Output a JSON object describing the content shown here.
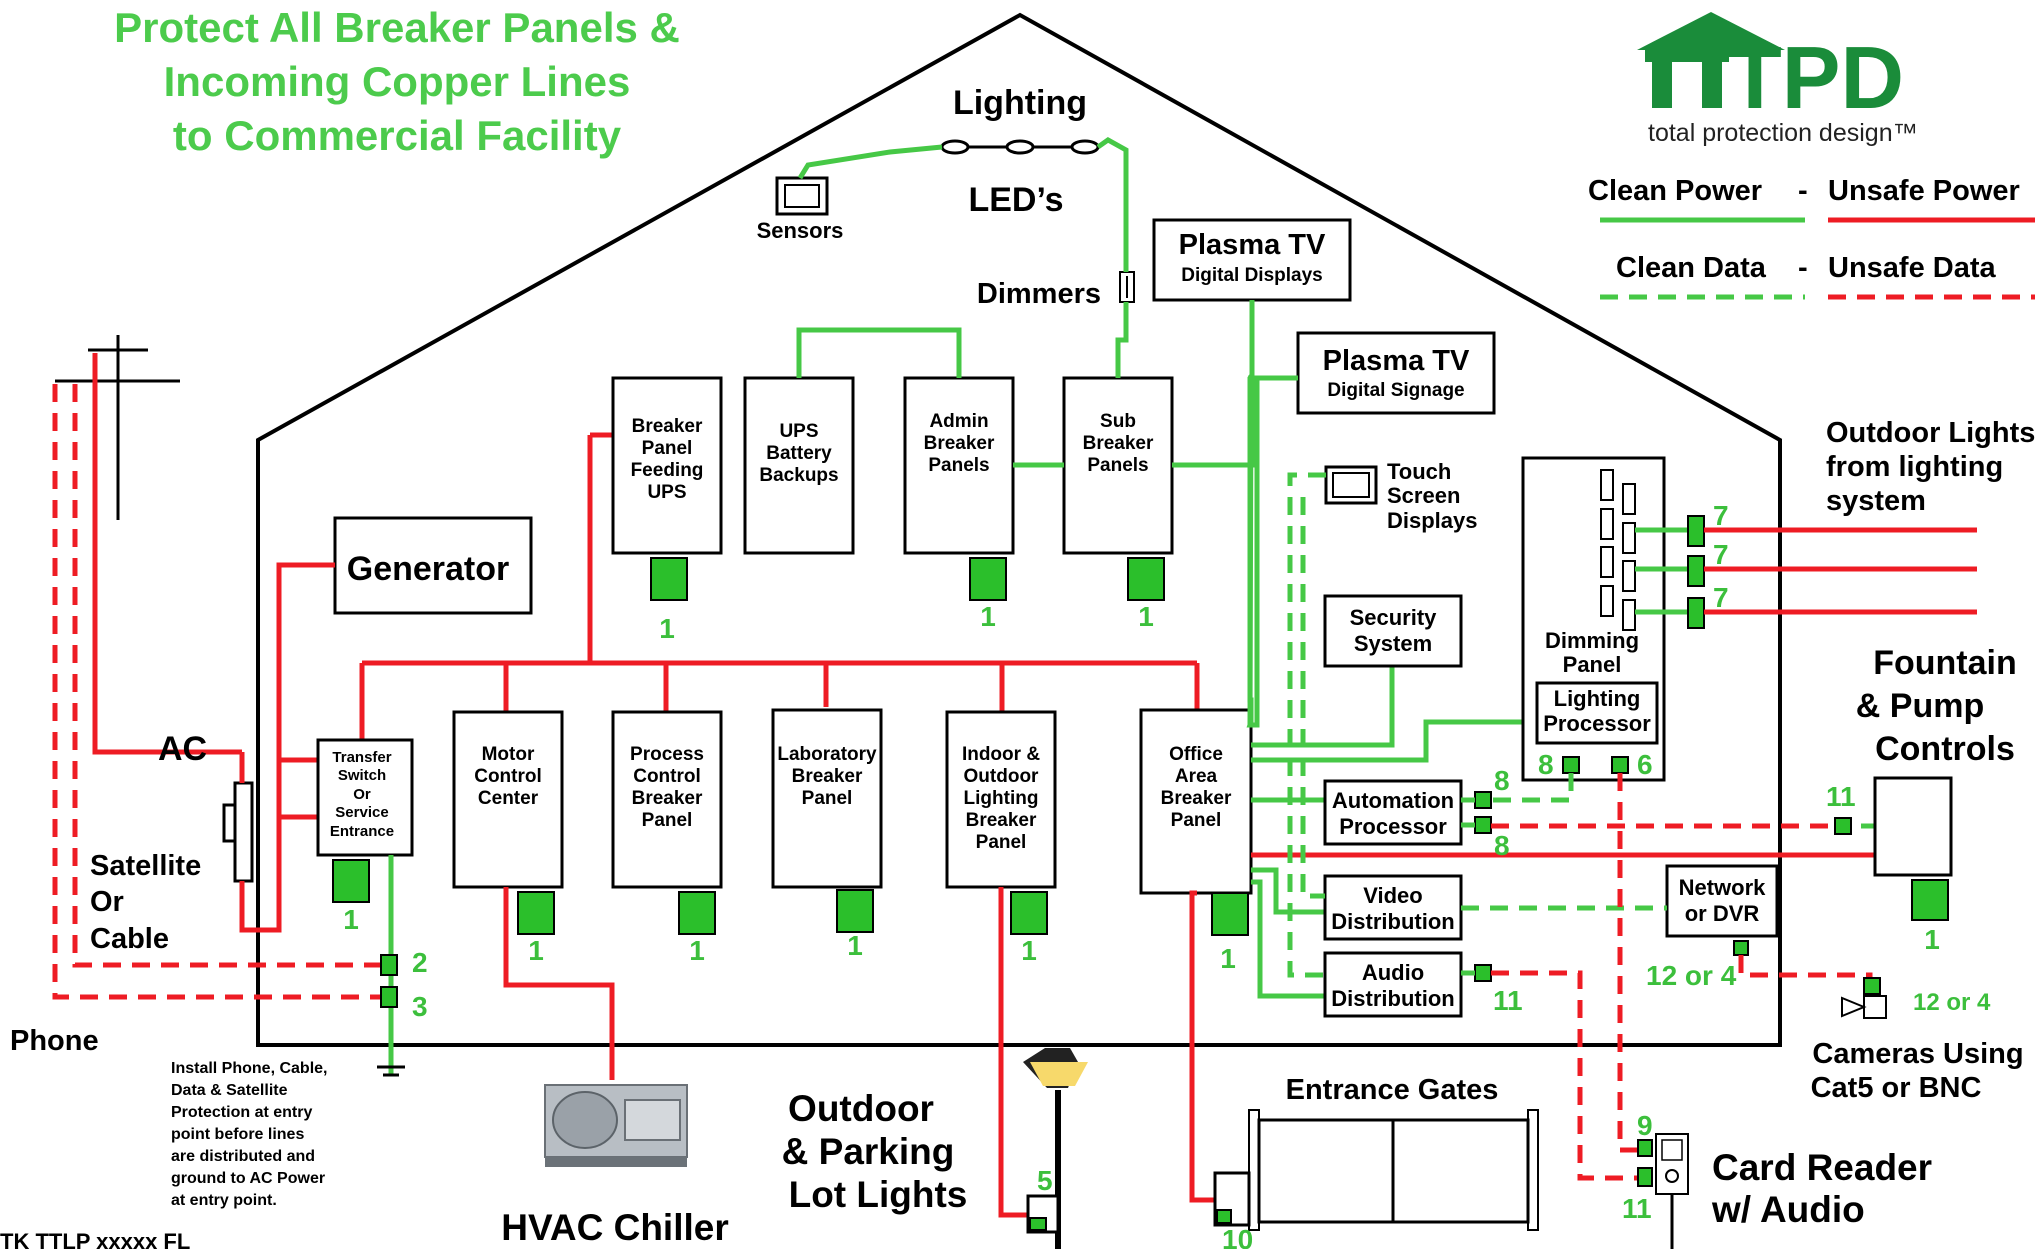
{
  "headline": [
    "Protect All Breaker Panels &",
    "Incoming Copper Lines",
    "to Commercial Facility"
  ],
  "logo": {
    "brand": "TPD",
    "tagline": "total protection design™"
  },
  "legend": {
    "clean_power": "Clean Power",
    "unsafe_power": "Unsafe Power",
    "clean_data": "Clean Data",
    "unsafe_data": "Unsafe Data",
    "dash": "-",
    "colors": {
      "clean": "#46c846",
      "unsafe": "#ee1c24"
    }
  },
  "labels": {
    "lighting": "Lighting",
    "leds": "LED’s",
    "sensors": "Sensors",
    "dimmers": "Dimmers",
    "plasma1": [
      "Plasma TV",
      "Digital Displays"
    ],
    "plasma2": [
      "Plasma TV",
      "Digital Signage"
    ],
    "outdoor_lights": [
      "Outdoor Lights",
      "from lighting",
      "system"
    ],
    "generator": "Generator",
    "ac": "AC",
    "satellite": [
      "Satellite",
      "Or",
      "Cable"
    ],
    "phone": "Phone",
    "install_note": [
      "Install Phone, Cable,",
      "Data & Satellite",
      "Protection at entry",
      "point before lines",
      "are distributed and",
      "ground to AC Power",
      "at entry point."
    ],
    "hvac": "HVAC Chiller",
    "parking": [
      "Outdoor",
      "& Parking",
      "Lot Lights"
    ],
    "gates": "Entrance Gates",
    "card_reader": [
      "Card Reader",
      "w/ Audio"
    ],
    "cameras": [
      "Cameras Using",
      "Cat5 or BNC"
    ],
    "fountain": [
      "Fountain",
      "& Pump",
      "Controls"
    ],
    "footer": "TK TTLP xxxxx FL"
  },
  "boxes": {
    "breaker_ups": [
      "Breaker",
      "Panel",
      "Feeding",
      "UPS"
    ],
    "ups_battery": [
      "UPS",
      "Battery",
      "Backups"
    ],
    "admin": [
      "Admin",
      "Breaker",
      "Panels"
    ],
    "sub": [
      "Sub",
      "Breaker",
      "Panels"
    ],
    "transfer": [
      "Transfer",
      "Switch",
      "Or",
      "Service",
      "Entrance"
    ],
    "motor": [
      "Motor",
      "Control",
      "Center"
    ],
    "process": [
      "Process",
      "Control",
      "Breaker",
      "Panel"
    ],
    "lab": [
      "Laboratory",
      "Breaker",
      "Panel"
    ],
    "indoor": [
      "Indoor &",
      "Outdoor",
      "Lighting",
      "Breaker",
      "Panel"
    ],
    "office": [
      "Office",
      "Area",
      "Breaker",
      "Panel"
    ],
    "touch": [
      "Touch",
      "Screen",
      "Displays"
    ],
    "security": [
      "Security",
      "System"
    ],
    "dimming": [
      "Dimming",
      "Panel"
    ],
    "lighting_proc": [
      "Lighting",
      "Processor"
    ],
    "automation": [
      "Automation",
      "Processor"
    ],
    "video": [
      "Video",
      "Distribution"
    ],
    "audio": [
      "Audio",
      "Distribution"
    ],
    "network": [
      "Network",
      "or DVR"
    ]
  },
  "numbers": {
    "one": "1",
    "two": "2",
    "three": "3",
    "five": "5",
    "six": "6",
    "seven": "7",
    "eight": "8",
    "nine": "9",
    "ten": "10",
    "eleven": "11",
    "twelve_or_four": "12 or 4"
  }
}
